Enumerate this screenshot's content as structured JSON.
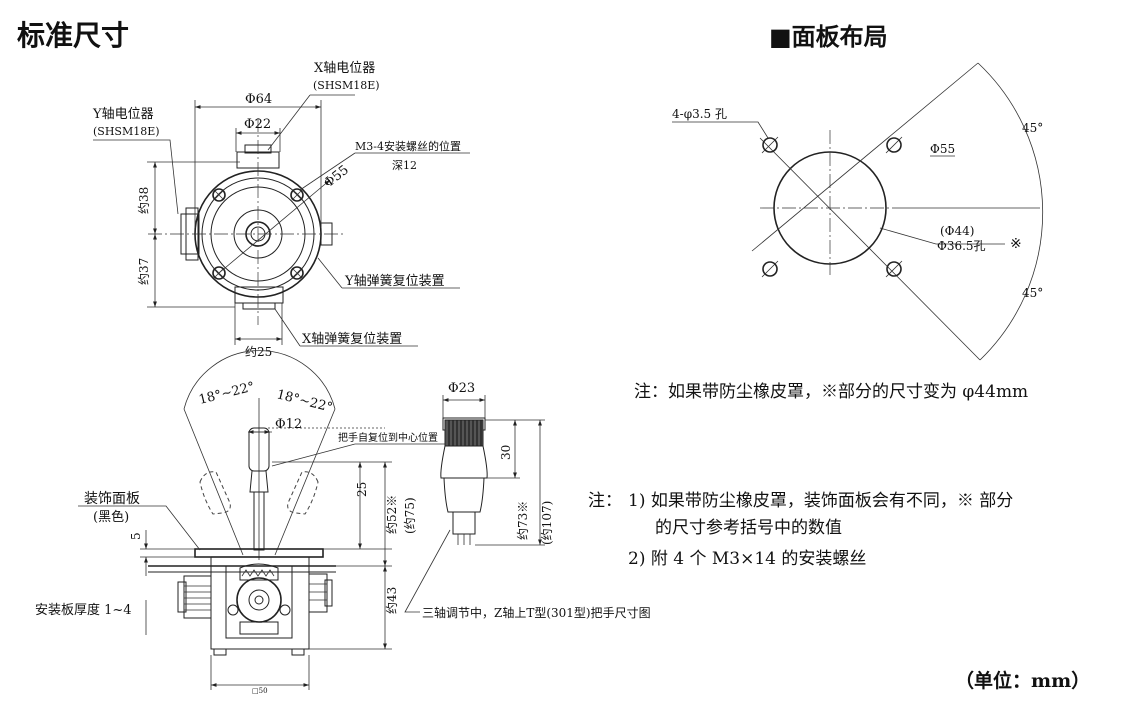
{
  "titles": {
    "left": "标准尺寸",
    "right": "■面板布局"
  },
  "top_view": {
    "x_pot": "X轴电位器",
    "x_pot_model": "(SHSM18E)",
    "y_pot": "Y轴电位器",
    "y_pot_model": "(SHSM18E)",
    "dia64": "Φ64",
    "dia22": "Φ22",
    "dia55": "Φ55",
    "screw_pos": "M3-4安装螺丝的位置",
    "depth": "深12",
    "y_spring": "Y轴弹簧复位装置",
    "x_spring": "X轴弹簧复位装置",
    "h38": "约38",
    "h37": "约37",
    "w25": "约25"
  },
  "side_view": {
    "angle_left": "18°~22°",
    "angle_right": "18°~22°",
    "dia12": "Φ12",
    "self_return": "把手自复位到中心位置",
    "panel": "装饰面板",
    "panel_color": "(黑色)",
    "plate": "安装板厚度 1~4",
    "d5": "5",
    "d25": "25",
    "d52": "约52※",
    "d75": "(约75)",
    "d43": "约43",
    "w50": "□50"
  },
  "handle_view": {
    "dia23": "Φ23",
    "d30": "30",
    "d73": "约73※",
    "d107": "(约107)",
    "caption": "三轴调节中，Z轴上T型(301型)把手尺寸图"
  },
  "panel_layout": {
    "holes": "4-φ3.5 孔",
    "dia55": "Φ55",
    "dia44": "(Φ44)",
    "dia365": "Φ36.5孔",
    "mark": "※",
    "angle_top": "45°",
    "angle_bottom": "45°"
  },
  "notes": {
    "dust_cover": "注：如果带防尘橡皮罩，※部分的尺寸变为 φ44mm",
    "note_prefix": "注：",
    "note1a": "1) 如果带防尘橡皮罩，装饰面板会有不同，※ 部分",
    "note1b": "的尺寸参考括号中的数值",
    "note2": "2) 附 4 个 M3×14 的安装螺丝"
  },
  "unit": "（单位：mm）"
}
